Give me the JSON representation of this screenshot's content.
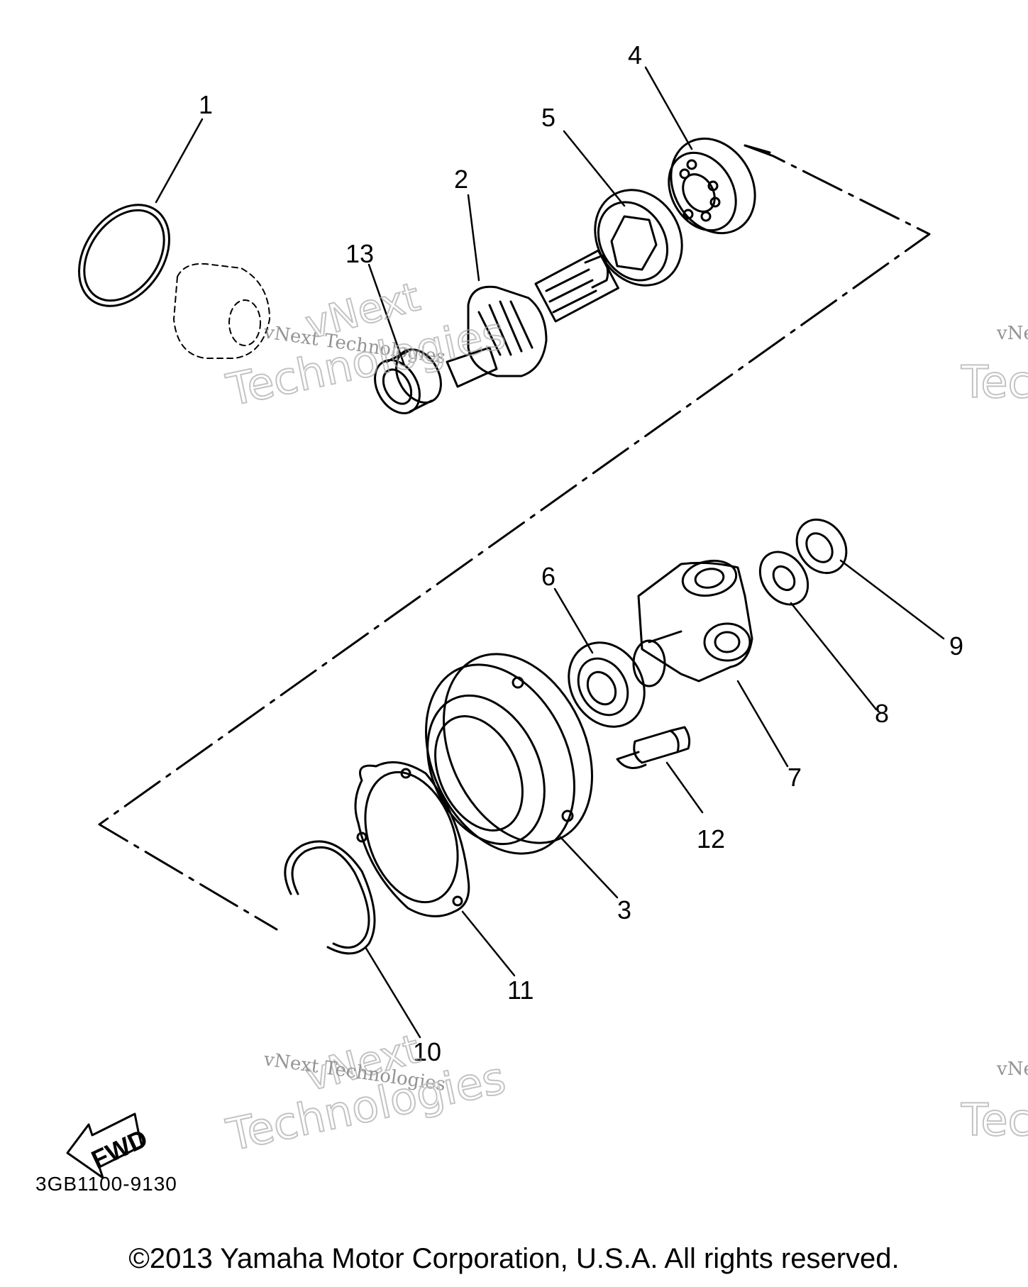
{
  "callouts": [
    "1",
    "2",
    "3",
    "4",
    "5",
    "6",
    "7",
    "8",
    "9",
    "10",
    "11",
    "12",
    "13"
  ],
  "fwd_label": "FWD",
  "part_code": "3GB1100-9130",
  "watermark": {
    "line1": "vNext Technologies",
    "outline_top": "vNext",
    "outline_bottom": "Technologies"
  },
  "copyright": "©2013 Yamaha Motor Corporation, U.S.A. All rights reserved."
}
